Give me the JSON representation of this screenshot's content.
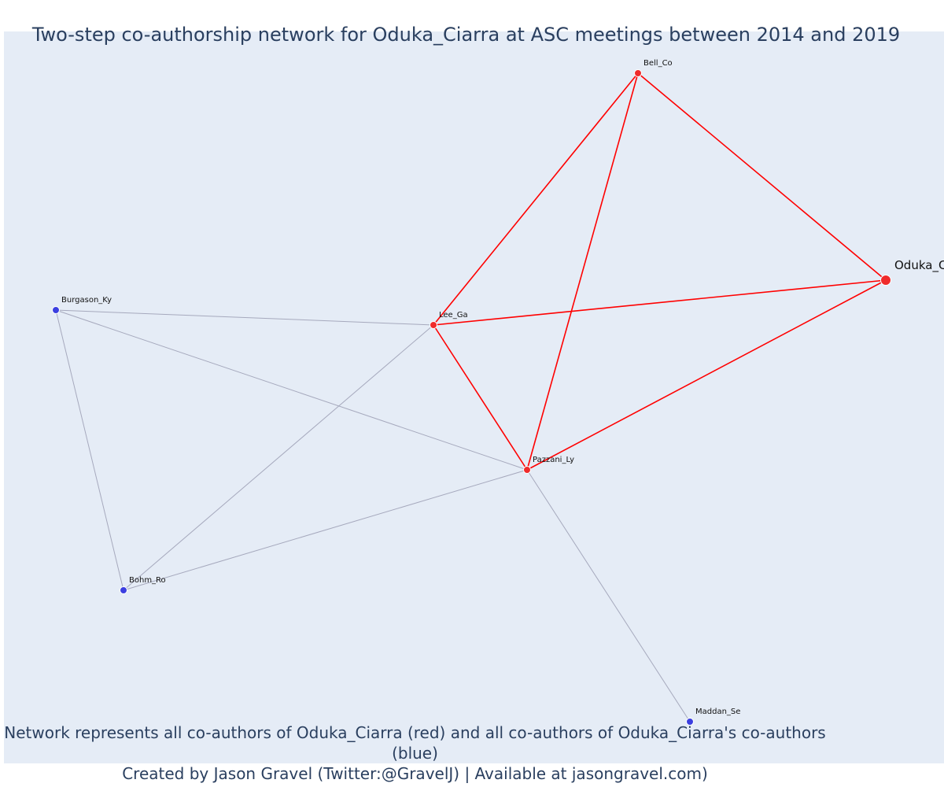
{
  "title": "Two-step co-authorship network for Oduka_Ciarra at ASC meetings between 2014 and 2019",
  "footer": {
    "line1": "Network represents all co-authors of Oduka_Ciarra (red) and all co-authors of Oduka_Ciarra's co-authors (blue)",
    "line2": "Created by Jason Gravel (Twitter:@GravelJ) | Available at jasongravel.com)"
  },
  "colors": {
    "plot_background": "#e5ecf6",
    "first_step_node": "#ef2b2b",
    "second_step_node": "#3b3fe0",
    "first_step_edge": "#ff0000",
    "second_step_edge": "#a6a9bd",
    "text": "#2a3f5f"
  },
  "nodes": [
    {
      "id": "Oduka_Ciarra",
      "label": "Oduka_C",
      "group": "ego"
    },
    {
      "id": "Bell_Co",
      "label": "Bell_Co",
      "group": "co-author"
    },
    {
      "id": "Lee_Ga",
      "label": "Lee_Ga",
      "group": "co-author"
    },
    {
      "id": "Pazzani_Ly",
      "label": "Pazzani_Ly",
      "group": "co-author"
    },
    {
      "id": "Burgason_Ky",
      "label": "Burgason_Ky",
      "group": "second-step"
    },
    {
      "id": "Bohm_Ro",
      "label": "Bohm_Ro",
      "group": "second-step"
    },
    {
      "id": "Maddan_Se",
      "label": "Maddan_Se",
      "group": "second-step"
    }
  ],
  "edges": [
    {
      "source": "Bell_Co",
      "target": "Oduka_Ciarra",
      "type": "first-step"
    },
    {
      "source": "Bell_Co",
      "target": "Lee_Ga",
      "type": "first-step"
    },
    {
      "source": "Bell_Co",
      "target": "Pazzani_Ly",
      "type": "first-step"
    },
    {
      "source": "Lee_Ga",
      "target": "Oduka_Ciarra",
      "type": "first-step"
    },
    {
      "source": "Lee_Ga",
      "target": "Pazzani_Ly",
      "type": "first-step"
    },
    {
      "source": "Pazzani_Ly",
      "target": "Oduka_Ciarra",
      "type": "first-step"
    },
    {
      "source": "Burgason_Ky",
      "target": "Lee_Ga",
      "type": "second-step"
    },
    {
      "source": "Burgason_Ky",
      "target": "Pazzani_Ly",
      "type": "second-step"
    },
    {
      "source": "Burgason_Ky",
      "target": "Bohm_Ro",
      "type": "second-step"
    },
    {
      "source": "Bohm_Ro",
      "target": "Lee_Ga",
      "type": "second-step"
    },
    {
      "source": "Bohm_Ro",
      "target": "Pazzani_Ly",
      "type": "second-step"
    },
    {
      "source": "Pazzani_Ly",
      "target": "Maddan_Se",
      "type": "second-step"
    }
  ]
}
